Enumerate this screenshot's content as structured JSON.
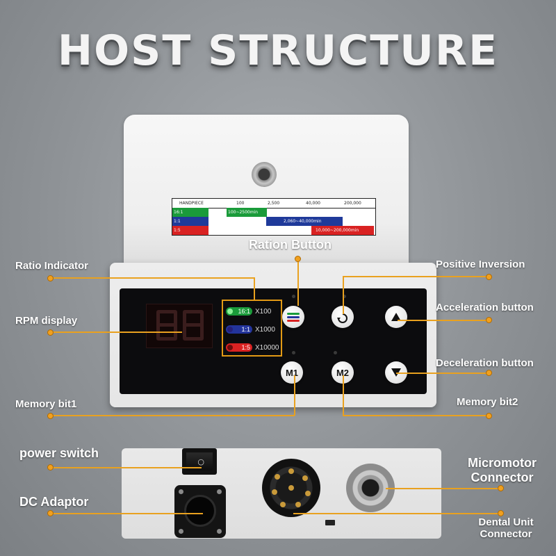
{
  "title": "HOST STRUCTURE",
  "callouts": {
    "ration_button": "Ration Button",
    "ratio_indicator": "Ratio Indicator",
    "positive_inversion": "Positive Inversion",
    "rpm_display": "RPM display",
    "acceleration_button": "Acceleration button",
    "deceleration_button": "Deceleration button",
    "memory_bit1": "Memory bit1",
    "memory_bit2": "Memory bit2",
    "power_switch": "power switch",
    "micromotor_connector_line1": "Micromotor",
    "micromotor_connector_line2": "Connector",
    "dc_adaptor": "DC Adaptor",
    "dental_unit_connector_line1": "Dental Unit",
    "dental_unit_connector_line2": "Connector"
  },
  "label_card": {
    "header": [
      "HANDPIECE",
      "100",
      "2,500",
      "40,000",
      "200,000"
    ],
    "rows": [
      {
        "ratio": "16:1",
        "range": "100~2500min",
        "color": "#1a9b3a"
      },
      {
        "ratio": "1:1",
        "range": "2,060~40,000min",
        "color": "#1f3a9a"
      },
      {
        "ratio": "1:5",
        "range": "10,000~200,000min",
        "color": "#d92222"
      }
    ]
  },
  "ratio_indicator": [
    {
      "ratio": "16:1",
      "multiplier": "X100",
      "color": "#1a9b3a"
    },
    {
      "ratio": "1:1",
      "multiplier": "X1000",
      "color": "#23349b"
    },
    {
      "ratio": "1:5",
      "multiplier": "X10000",
      "color": "#d92222"
    }
  ],
  "buttons": {
    "m1": "M1",
    "m2": "M2"
  },
  "colors": {
    "accent": "#e9a11f",
    "label_text": "#ffffff"
  },
  "icons": {
    "inversion": "rotate-arrow-icon",
    "accelerate": "triangle-up-icon",
    "decelerate": "triangle-down-icon"
  }
}
